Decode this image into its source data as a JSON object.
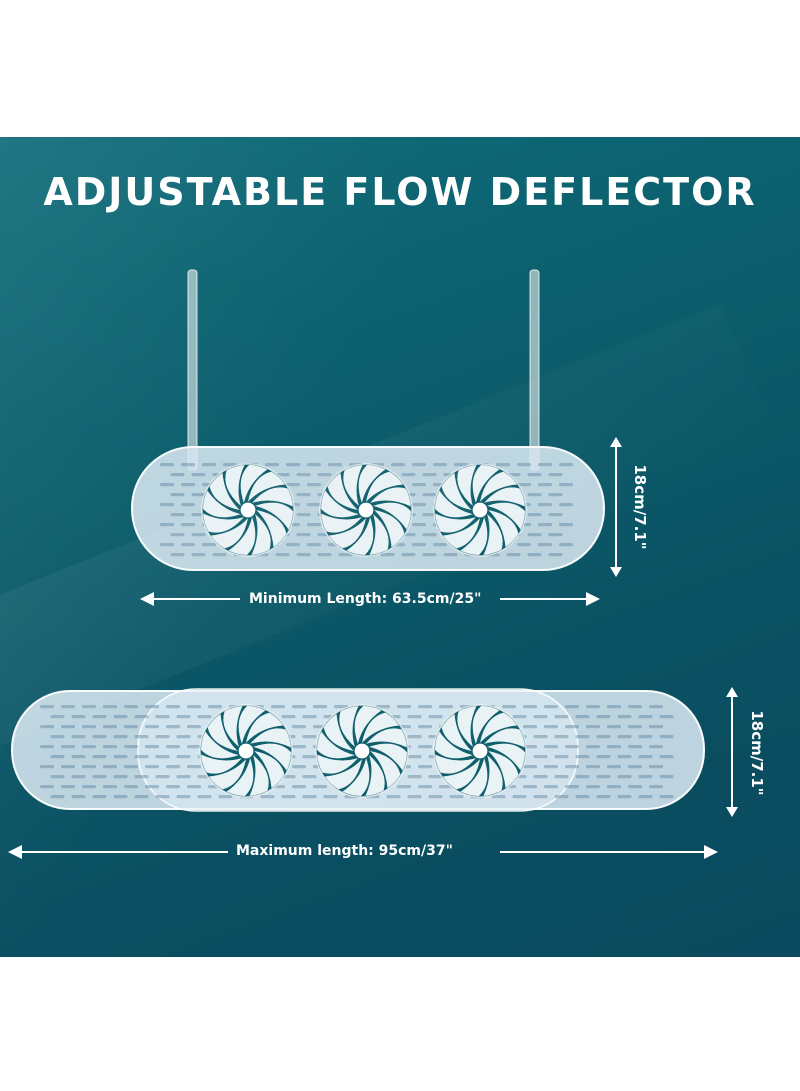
{
  "title": "ADJUSTABLE FLOW DEFLECTOR",
  "min_device": {
    "length_label": "Minimum Length: 63.5cm/25\"",
    "height_label": "18cm/7.1\""
  },
  "max_device": {
    "length_label": "Maximum length: 95cm/37\"",
    "height_label": "18cm/7.1\""
  },
  "colors": {
    "background": "#0b5a69",
    "text": "#ffffff",
    "accent_fan": "#0f5f6c"
  }
}
